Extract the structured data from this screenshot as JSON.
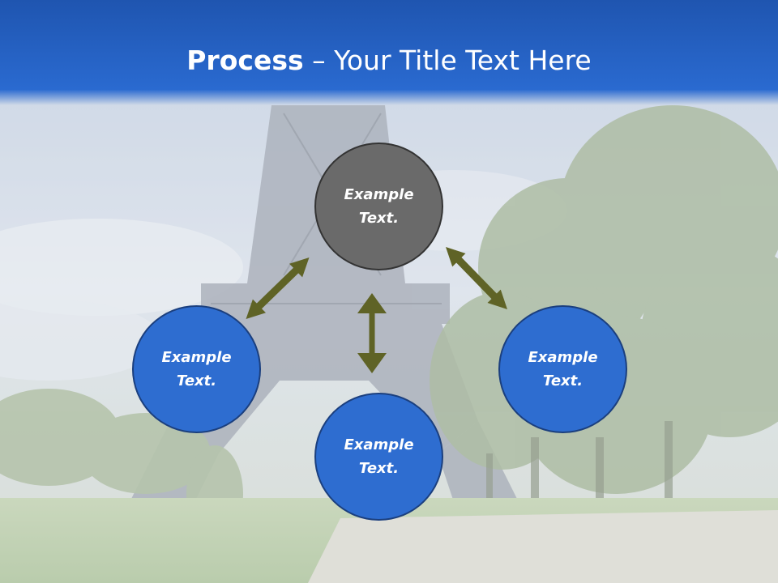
{
  "title": {
    "bold": "Process",
    "rest": " – Your Title Text Here"
  },
  "nodes": [
    {
      "label_line1": "Example",
      "label_line2": "Text.",
      "color": "#6a6a6a"
    },
    {
      "label_line1": "Example",
      "label_line2": "Text.",
      "color": "#2e6dd0"
    },
    {
      "label_line1": "Example",
      "label_line2": "Text.",
      "color": "#2e6dd0"
    },
    {
      "label_line1": "Example",
      "label_line2": "Text.",
      "color": "#2e6dd0"
    }
  ],
  "colors": {
    "header": "#2a6ad0",
    "arrow": "#5f6326",
    "node_blue": "#2e6dd0",
    "node_gray": "#6a6a6a"
  },
  "icons": {
    "arrow": "double-headed-arrow"
  }
}
